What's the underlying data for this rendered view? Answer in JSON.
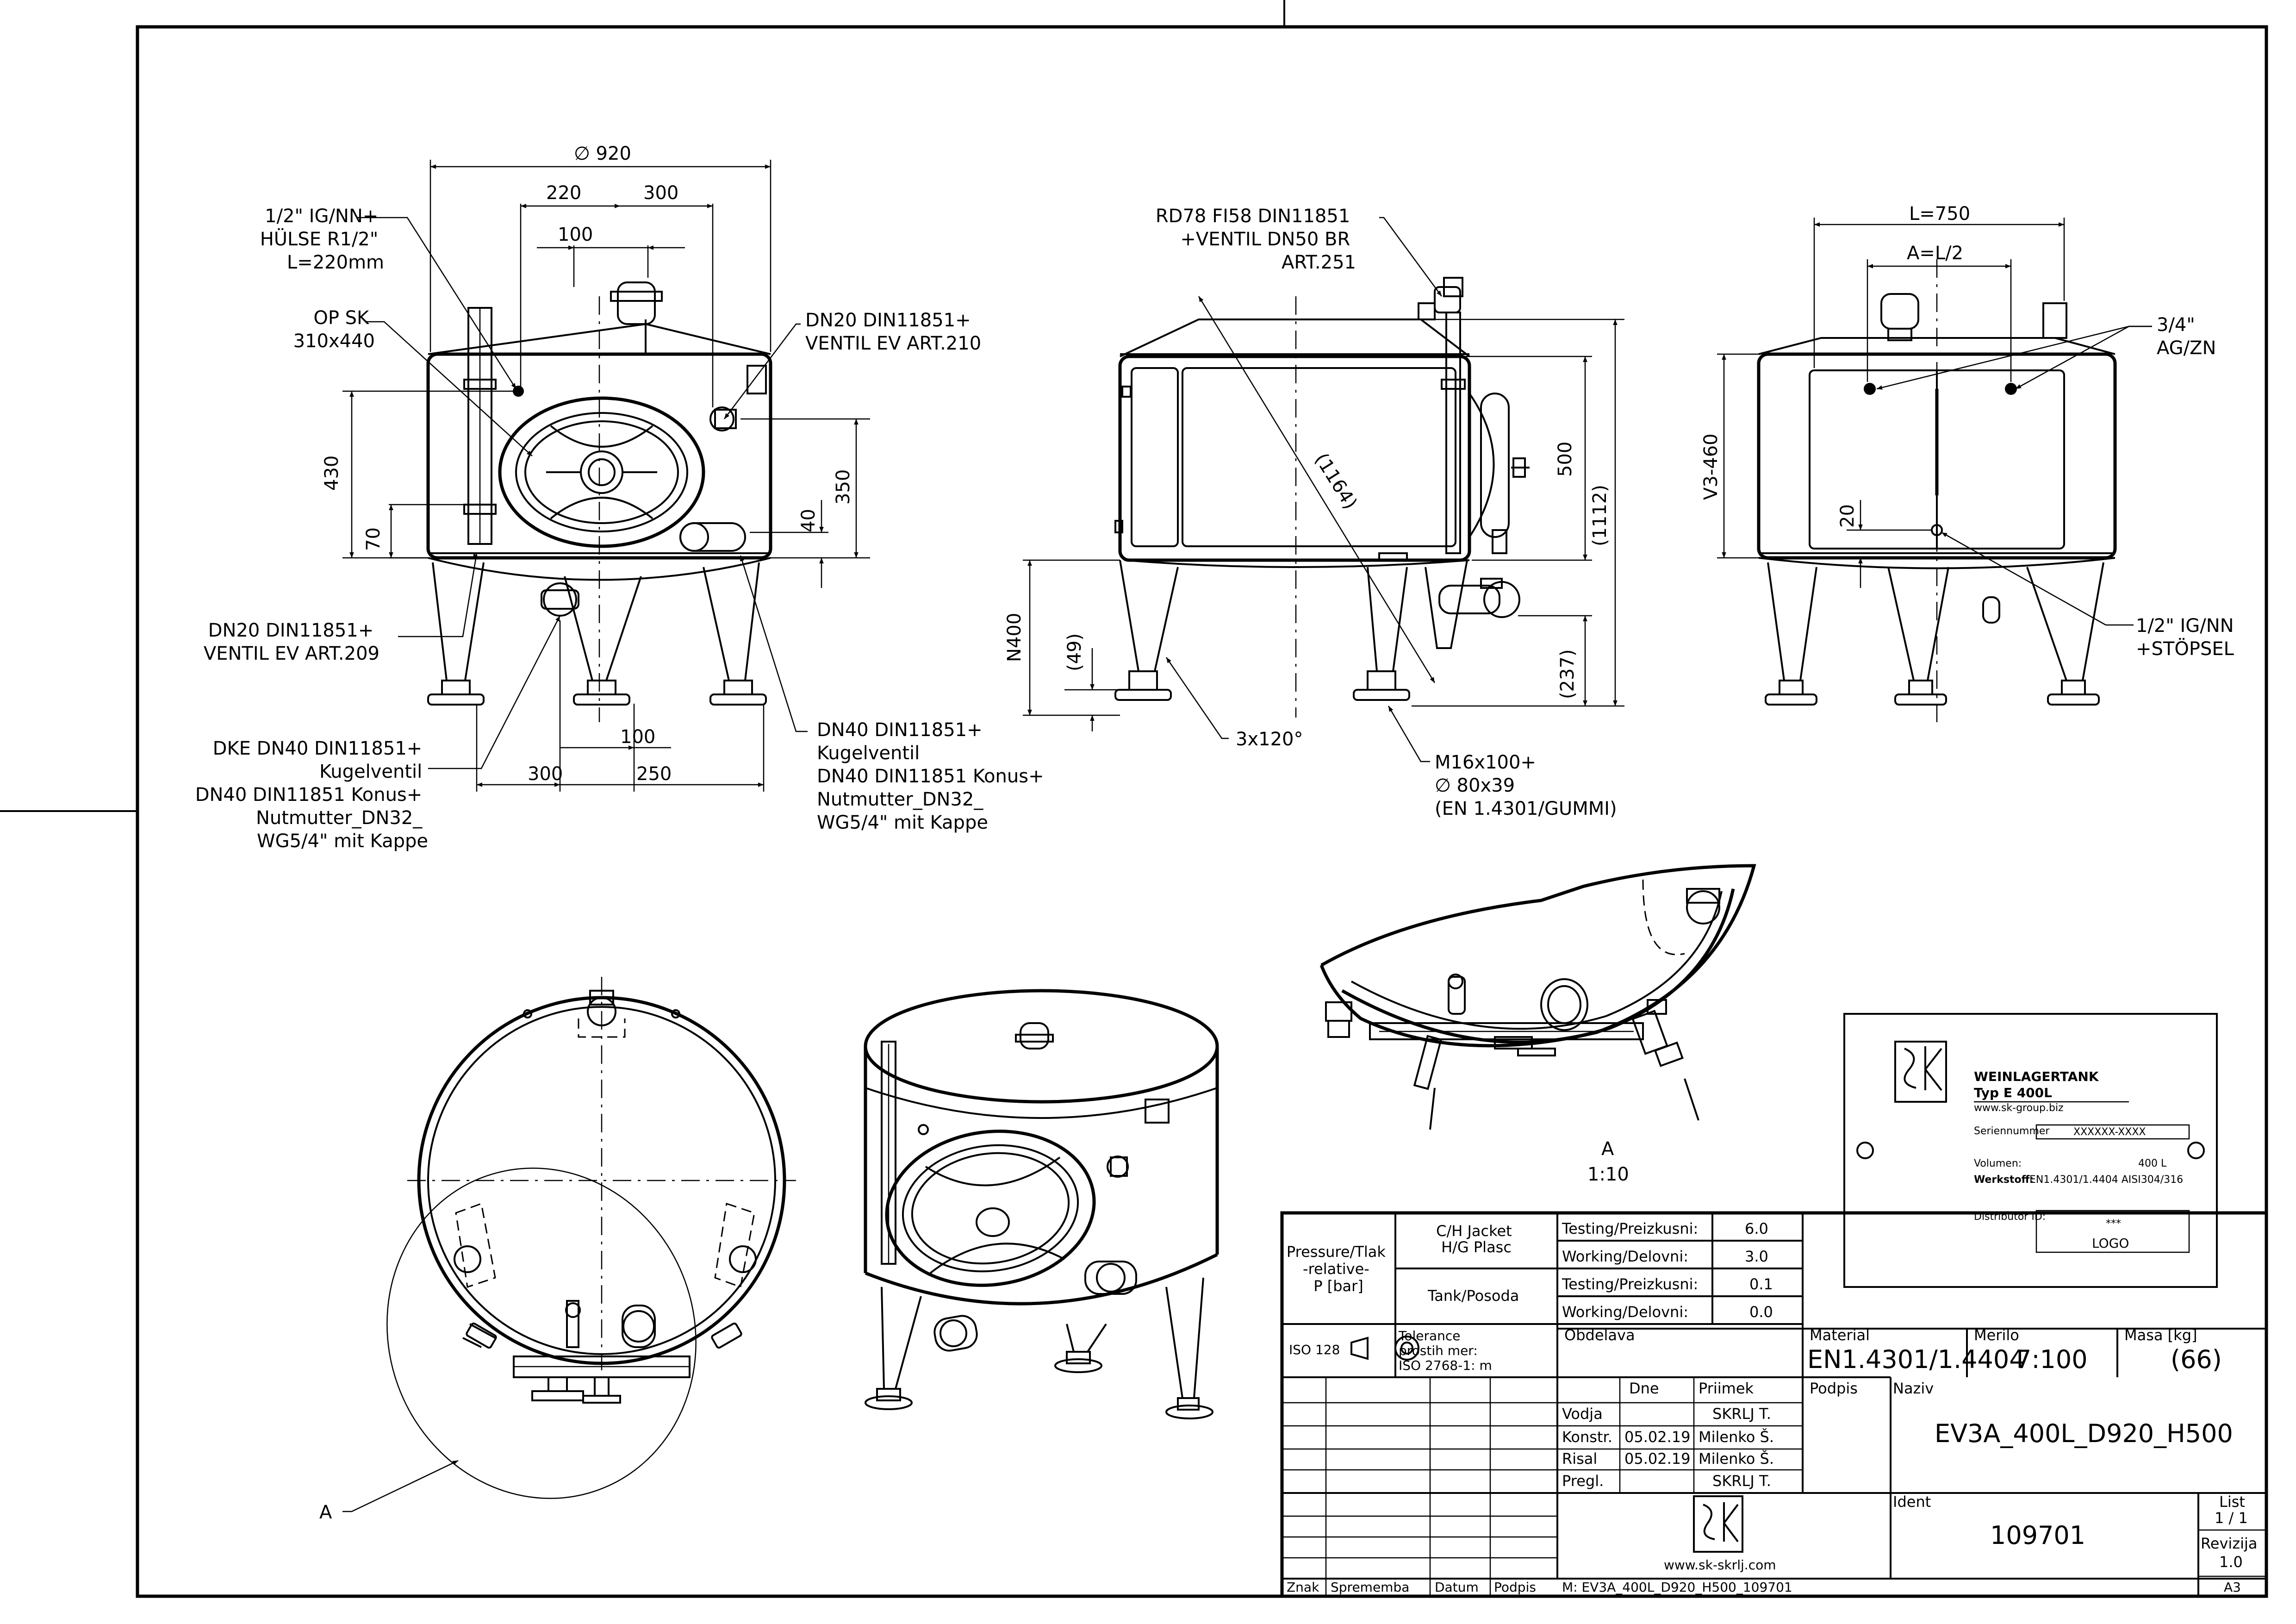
{
  "views": {
    "front": {
      "dims": {
        "diameter": "∅ 920",
        "d220": "220",
        "d300": "300",
        "d100": "100",
        "d430": "430",
        "d70": "70",
        "d350": "350",
        "d40": "40",
        "b100": "100",
        "b300": "300",
        "b250": "250"
      },
      "callouts": {
        "sleeve": [
          "1/2\" IG/NN+",
          "HÜLSE R1/2\"",
          "L=220mm"
        ],
        "manhole": [
          "OP SK",
          "310x440"
        ],
        "valve210": [
          "DN20 DIN11851+",
          "VENTIL EV ART.210"
        ],
        "valve209": [
          "DN20 DIN11851+",
          "VENTIL EV ART.209"
        ],
        "dke": [
          "DKE DN40 DIN11851+",
          "Kugelventil",
          "DN40 DIN11851 Konus+",
          "Nutmutter_DN32_",
          "WG5/4\" mit Kappe"
        ],
        "dn40": [
          "DN40 DIN11851+",
          "Kugelventil",
          "DN40 DIN11851 Konus+",
          "Nutmutter_DN32_",
          "WG5/4\" mit Kappe"
        ]
      }
    },
    "side": {
      "dims": {
        "d1164": "(1164)",
        "d500": "500",
        "d1112": "(1112)",
        "n400": "N400",
        "d49": "(49)",
        "d237": "(237)",
        "angle": "3x120°"
      },
      "callouts": {
        "rd78": [
          "RD78 FI58 DIN11851",
          "+VENTIL DN50 BR",
          "ART.251"
        ],
        "foot": [
          "M16x100+",
          "∅ 80x39",
          "(EN 1.4301/GUMMI)"
        ]
      }
    },
    "back": {
      "dims": {
        "l750": "L=750",
        "al2": "A=L/2",
        "v3": "V3-460",
        "d20": "20"
      },
      "callouts": {
        "agzn": [
          "3/4\"",
          "AG/ZN"
        ],
        "stopsel": [
          "1/2\" IG/NN",
          "+STÖPSEL"
        ]
      }
    },
    "plan": {
      "callout": "A"
    },
    "detail": {
      "label": "A",
      "scale": "1:10"
    }
  },
  "nameplate": {
    "title1": "WEINLAGERTANK",
    "title2": "Typ E   400L",
    "site": "www.sk-group.biz",
    "serial_label": "Seriennummer",
    "serial_value": "XXXXXX-XXXX",
    "volume_label": "Volumen:",
    "volume_value": "400  L",
    "material_label": "Werkstoff:",
    "material_value": "EN1.4301/1.4404   AISI304/316",
    "distributor_label": "Distributor ID:",
    "distributor_value": "***",
    "logo": "LOGO"
  },
  "title_block": {
    "pressure": [
      "Pressure/Tlak",
      "-relative-",
      "P [bar]"
    ],
    "jacket": [
      "C/H Jacket",
      "H/G Plasc"
    ],
    "tank": "Tank/Posoda",
    "test1_label": "Testing/Preizkusni:",
    "test1_value": "6.0",
    "work1_label": "Working/Delovni:",
    "work1_value": "3.0",
    "test2_label": "Testing/Preizkusni:",
    "test2_value": "0.1",
    "work2_label": "Working/Delovni:",
    "work2_value": "0.0",
    "iso": "ISO 128",
    "tolerance": [
      "Tolerance",
      "prostih mer:",
      "ISO 2768-1: m"
    ],
    "obdelava": "Obdelava",
    "material_label": "Material",
    "material_value": "EN1.4301/1.4404",
    "merilo_label": "Merilo",
    "merilo_value": "7:100",
    "masa_label": "Masa [kg]",
    "masa_value": "(66)",
    "col_dne": "Dne",
    "col_priimek": "Priimek",
    "col_podpis": "Podpis",
    "rows": [
      {
        "role": "Vodja",
        "date": "",
        "name": "SKRLJ T."
      },
      {
        "role": "Konstr.",
        "date": "05.02.19",
        "name": "Milenko Š."
      },
      {
        "role": "Risal",
        "date": "05.02.19",
        "name": "Milenko Š."
      },
      {
        "role": "Pregl.",
        "date": "",
        "name": "SKRLJ T."
      }
    ],
    "naziv_label": "Naziv",
    "naziv_value": "EV3A_400L_D920_H500",
    "ident_label": "Ident",
    "ident_value": "109701",
    "list_label": "List",
    "list_value": "1 / 1",
    "rev_label": "Revizija",
    "rev_value": "1.0",
    "site": "www.sk-skrlj.com",
    "file": "M: EV3A_400L_D920_H500_109701",
    "format": "A3",
    "footer": [
      "Znak",
      "Sprememba",
      "Datum",
      "Podpis"
    ]
  }
}
